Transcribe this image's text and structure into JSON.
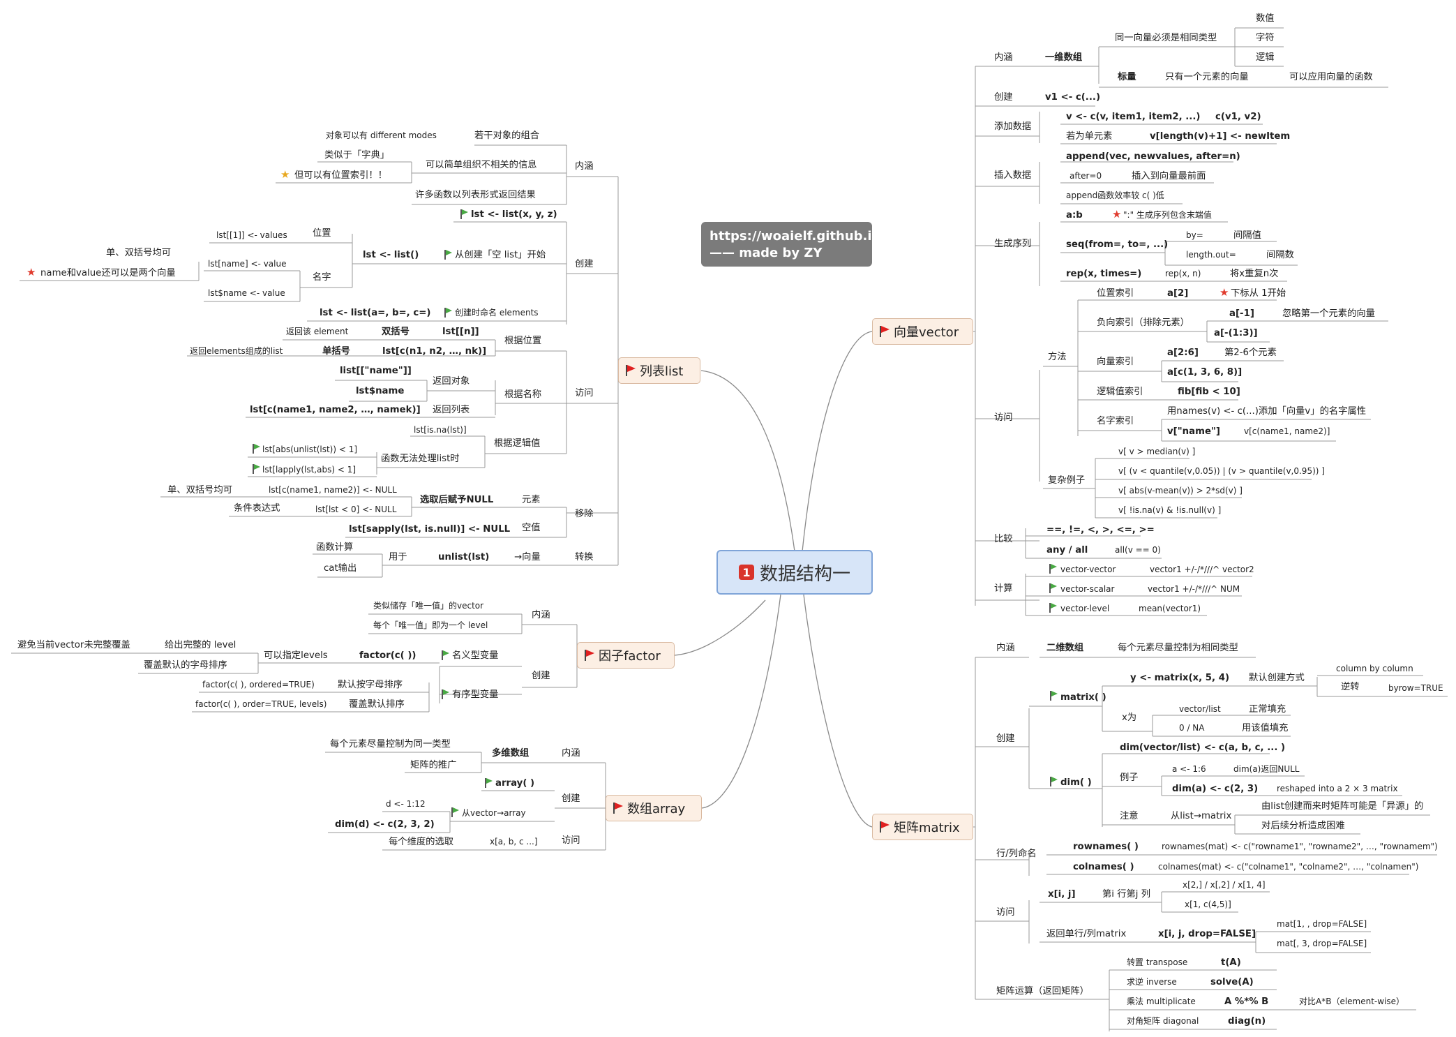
{
  "central": {
    "number": "1",
    "label": "数据结构一"
  },
  "credit": {
    "line1": "https://woaielf.github.io/",
    "line2": "—— made by ZY"
  },
  "colors": {
    "topic_fill": "#fcefe4",
    "central_fill": "#d7e5f8",
    "line": "#8a8a8a",
    "flag": "#e02020",
    "green_flag": "#49a944",
    "star": "#e03b2e"
  },
  "topics": {
    "list": "列表list",
    "factor": "因子factor",
    "array": "数组array",
    "vector": "向量vector",
    "matrix": "矩阵matrix"
  },
  "list": {
    "neihan": "内涵",
    "n_combo": "若干对象的组合",
    "n_modes": "对象可以有 different modes",
    "n_org": "可以简单组织不相关的信息",
    "n_dict": "类似于「字典」",
    "n_pos": "但可以有位置索引！！",
    "n_func": "许多函数以列表形式返回结果",
    "chuangjian": "创建",
    "c1": "lst <- list(x, y, z)",
    "c2": "lst <- list()",
    "c2b": "从创建「空 list」开始",
    "c_pos": "位置",
    "c_pos1": "lst[[1]] <- values",
    "c_name": "名字",
    "c_name1": "lst[name] <- value",
    "c_name2": "lst$name <- value",
    "c_quote": "单、双括号均可",
    "c_vec": "name和value还可以是两个向量",
    "c3": "lst <- list(a=, b=, c=)",
    "c3b": "创建时命名 elements",
    "fangwen": "访问",
    "f_pos": "根据位置",
    "f_ret_el": "返回该 element",
    "f_dbl": "双括号",
    "f_dbl_c": "lst[[n]]",
    "f_ret_list": "返回elements组成的list",
    "f_sgl": "单括号",
    "f_sgl_c": "lst[c(n1, n2, …, nk)]",
    "f_name": "根据名称",
    "f_nm1": "list[[\"name\"]]",
    "f_nm2": "lst$name",
    "f_nm_obj": "返回对象",
    "f_nm3": "lst[c(name1, name2, …, namek)]",
    "f_nm_list": "返回列表",
    "f_logic": "根据逻辑值",
    "f_lg1": "lst[is.na(lst)]",
    "f_lg2": "函数无法处理list时",
    "f_lg3": "lst[abs(unlist(lst)) < 1]",
    "f_lg4": "lst[lapply(lst,abs) < 1]",
    "yichu": "移除",
    "y_el": "元素",
    "y_null": "选取后赋予NULL",
    "y_q": "单、双括号均可",
    "y_q_c": "lst[c(name1, name2)] <- NULL",
    "y_cond": "条件表达式",
    "y_cond_c": "lst[lst < 0] <- NULL",
    "y_empty": "空值",
    "y_empty_c": "lst[sapply(lst, is.null)] <- NULL",
    "zhuanhuan": "转换",
    "z_vec": "→向量",
    "z_c": "unlist(lst)",
    "z_use": "用于",
    "z_calc": "函数计算",
    "z_cat": "cat输出"
  },
  "factor": {
    "neihan": "内涵",
    "n1": "类似储存「唯一值」的vector",
    "n2": "每个「唯一值」即为一个 level",
    "chuangjian": "创建",
    "nominal": "名义型变量",
    "fc": "factor(c( ))",
    "levels": "可以指定levels",
    "full": "给出完整的 level",
    "avoid": "避免当前vector未完整覆盖",
    "override": "覆盖默认的字母排序",
    "ordinal": "有序型变量",
    "o1": "factor(c( ), ordered=TRUE)",
    "o1d": "默认按字母排序",
    "o2": "factor(c( ), order=TRUE, levels)",
    "o2d": "覆盖默认排序"
  },
  "array": {
    "neihan": "内涵",
    "multi": "多维数组",
    "n1": "每个元素尽量控制为同一类型",
    "n2": "矩阵的推广",
    "chuangjian": "创建",
    "arr": "array( )",
    "fromvec": "从vector→array",
    "d1": "d <- 1:12",
    "d2": "dim(d) <- c(2, 3, 2)",
    "fangwen": "访问",
    "f_c": "x[a, b, c ...]",
    "f_d": "每个维度的选取"
  },
  "vector": {
    "neihan": "内涵",
    "onedim": "一维数组",
    "same": "同一向量必须是相同类型",
    "t1": "数值",
    "t2": "字符",
    "t3": "逻辑",
    "scalar": "标量",
    "one": "只有一个元素的向量",
    "apply": "可以应用向量的函数",
    "chuangjian": "创建",
    "c1": "v1 <- c(...)",
    "add": "添加数据",
    "a1": "v <- c(v, item1, item2, ...)",
    "a1b": "c(v1, v2)",
    "a2": "若为单元素",
    "a2b": "v[length(v)+1] <- newItem",
    "insert": "插入数据",
    "i1": "append(vec, newvalues, after=n)",
    "i2": "after=0",
    "i2b": "插入到向量最前面",
    "i3": "append函数效率较 c( )低",
    "seq": "生成序列",
    "s1": "a:b",
    "s1b": "\":\" 生成序列包含末端值",
    "s2": "seq(from=, to=, ...)",
    "s2a": "by=",
    "s2ad": "间隔值",
    "s2b": "length.out=",
    "s2bd": "间隔数",
    "s3": "rep(x, times=)",
    "s3a": "rep(x, n)",
    "s3b": "将x重复n次",
    "access": "访问",
    "method": "方法",
    "m_pos": "位置索引",
    "m_pos_c": "a[2]",
    "m_pos_n": "下标从 1开始",
    "m_neg": "负向索引（排除元素）",
    "m_neg1": "a[-1]",
    "m_neg1d": "忽略第一个元素的向量",
    "m_neg2": "a[-(1:3)]",
    "m_vec": "向量索引",
    "m_vec1": "a[2:6]",
    "m_vec1d": "第2-6个元素",
    "m_vec2": "a[c(1, 3, 6, 8)]",
    "m_log": "逻辑值索引",
    "m_log_c": "fib[fib < 10]",
    "m_nm": "名字索引",
    "m_nm1": "用names(v) <- c(...)添加「向量v」的名字属性",
    "m_nm2": "v[\"name\"]",
    "m_nm2b": "v[c(name1, name2)]",
    "complex": "复杂例子",
    "x1": "v[ v > median(v) ]",
    "x2": "v[ (v < quantile(v,0.05)) | (v > quantile(v,0.95)) ]",
    "x3": "v[ abs(v-mean(v)) > 2*sd(v) ]",
    "x4": "v[ !is.na(v) & !is.null(v) ]",
    "compare": "比较",
    "cmp1": "==, !=, <, >, <=, >=",
    "cmp2": "any / all",
    "cmp2b": "all(v == 0)",
    "calc": "计算",
    "k1": "vector-vector",
    "k1b": "vector1 +/-/*///^ vector2",
    "k2": "vector-scalar",
    "k2b": "vector1 +/-/*///^ NUM",
    "k3": "vector-level",
    "k3b": "mean(vector1)"
  },
  "matrix": {
    "neihan": "内涵",
    "twodim": "二维数组",
    "same": "每个元素尽量控制为相同类型",
    "chuangjian": "创建",
    "mx": "matrix( )",
    "mx1": "y <- matrix(x, 5, 4)",
    "mx1d": "默认创建方式",
    "col": "column by column",
    "rev": "逆转",
    "byrow": "byrow=TRUE",
    "xw": "x为",
    "vl": "vector/list",
    "vld": "正常填充",
    "na": "0 / NA",
    "nad": "用该值填充",
    "dim": "dim( )",
    "dim1": "dim(vector/list) <- c(a, b, c, ... )",
    "ex": "例子",
    "ex1": "a <- 1:6",
    "ex1b": "dim(a)返回NULL",
    "ex2": "dim(a) <- c(2, 3)",
    "ex2b": "reshaped into a 2 × 3 matrix",
    "note": "注意",
    "note1": "从list→matrix",
    "note2": "由list创建而来时矩阵可能是「异源」的",
    "note3": "对后续分析造成困难",
    "rowcol": "行/列命名",
    "rn": "rownames( )",
    "rn_c": "rownames(mat) <- c(\"rowname1\", \"rowname2\", …, \"rownamem\")",
    "cn": "colnames( )",
    "cn_c": "colnames(mat) <- c(\"colname1\", \"colname2\", …, \"colnamen\")",
    "access": "访问",
    "xij": "x[i, j]",
    "xij_d": "第i 行第j 列",
    "xij_1": "x[2,] / x[,2] / x[1, 4]",
    "xij_2": "x[1, c(4,5)]",
    "single": "返回单行/列matrix",
    "drop": "x[i, j, drop=FALSE]",
    "drop1": "mat[1, , drop=FALSE]",
    "drop2": "mat[, 3, drop=FALSE]",
    "ops": "矩阵运算（返回矩阵）",
    "op1": "转置 transpose",
    "op1c": "t(A)",
    "op2": "求逆 inverse",
    "op2c": "solve(A)",
    "op3": "乘法 multiplicate",
    "op3c": "A %*% B",
    "op3d": "对比A*B（element-wise）",
    "op4": "对角矩阵 diagonal",
    "op4c": "diag(n)"
  }
}
